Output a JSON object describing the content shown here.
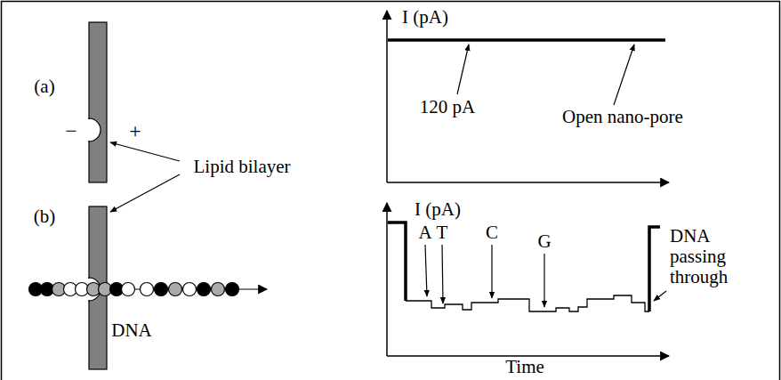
{
  "diagram": {
    "labels": [
      "(a)",
      "−",
      "+",
      "Lipid bilayer",
      "I (pA)",
      "120 pA",
      "Open nano-pore",
      "(b)",
      "DNA",
      "I (pA)",
      "A",
      "T",
      "C",
      "G",
      "DNA passing through",
      "Time"
    ]
  }
}
